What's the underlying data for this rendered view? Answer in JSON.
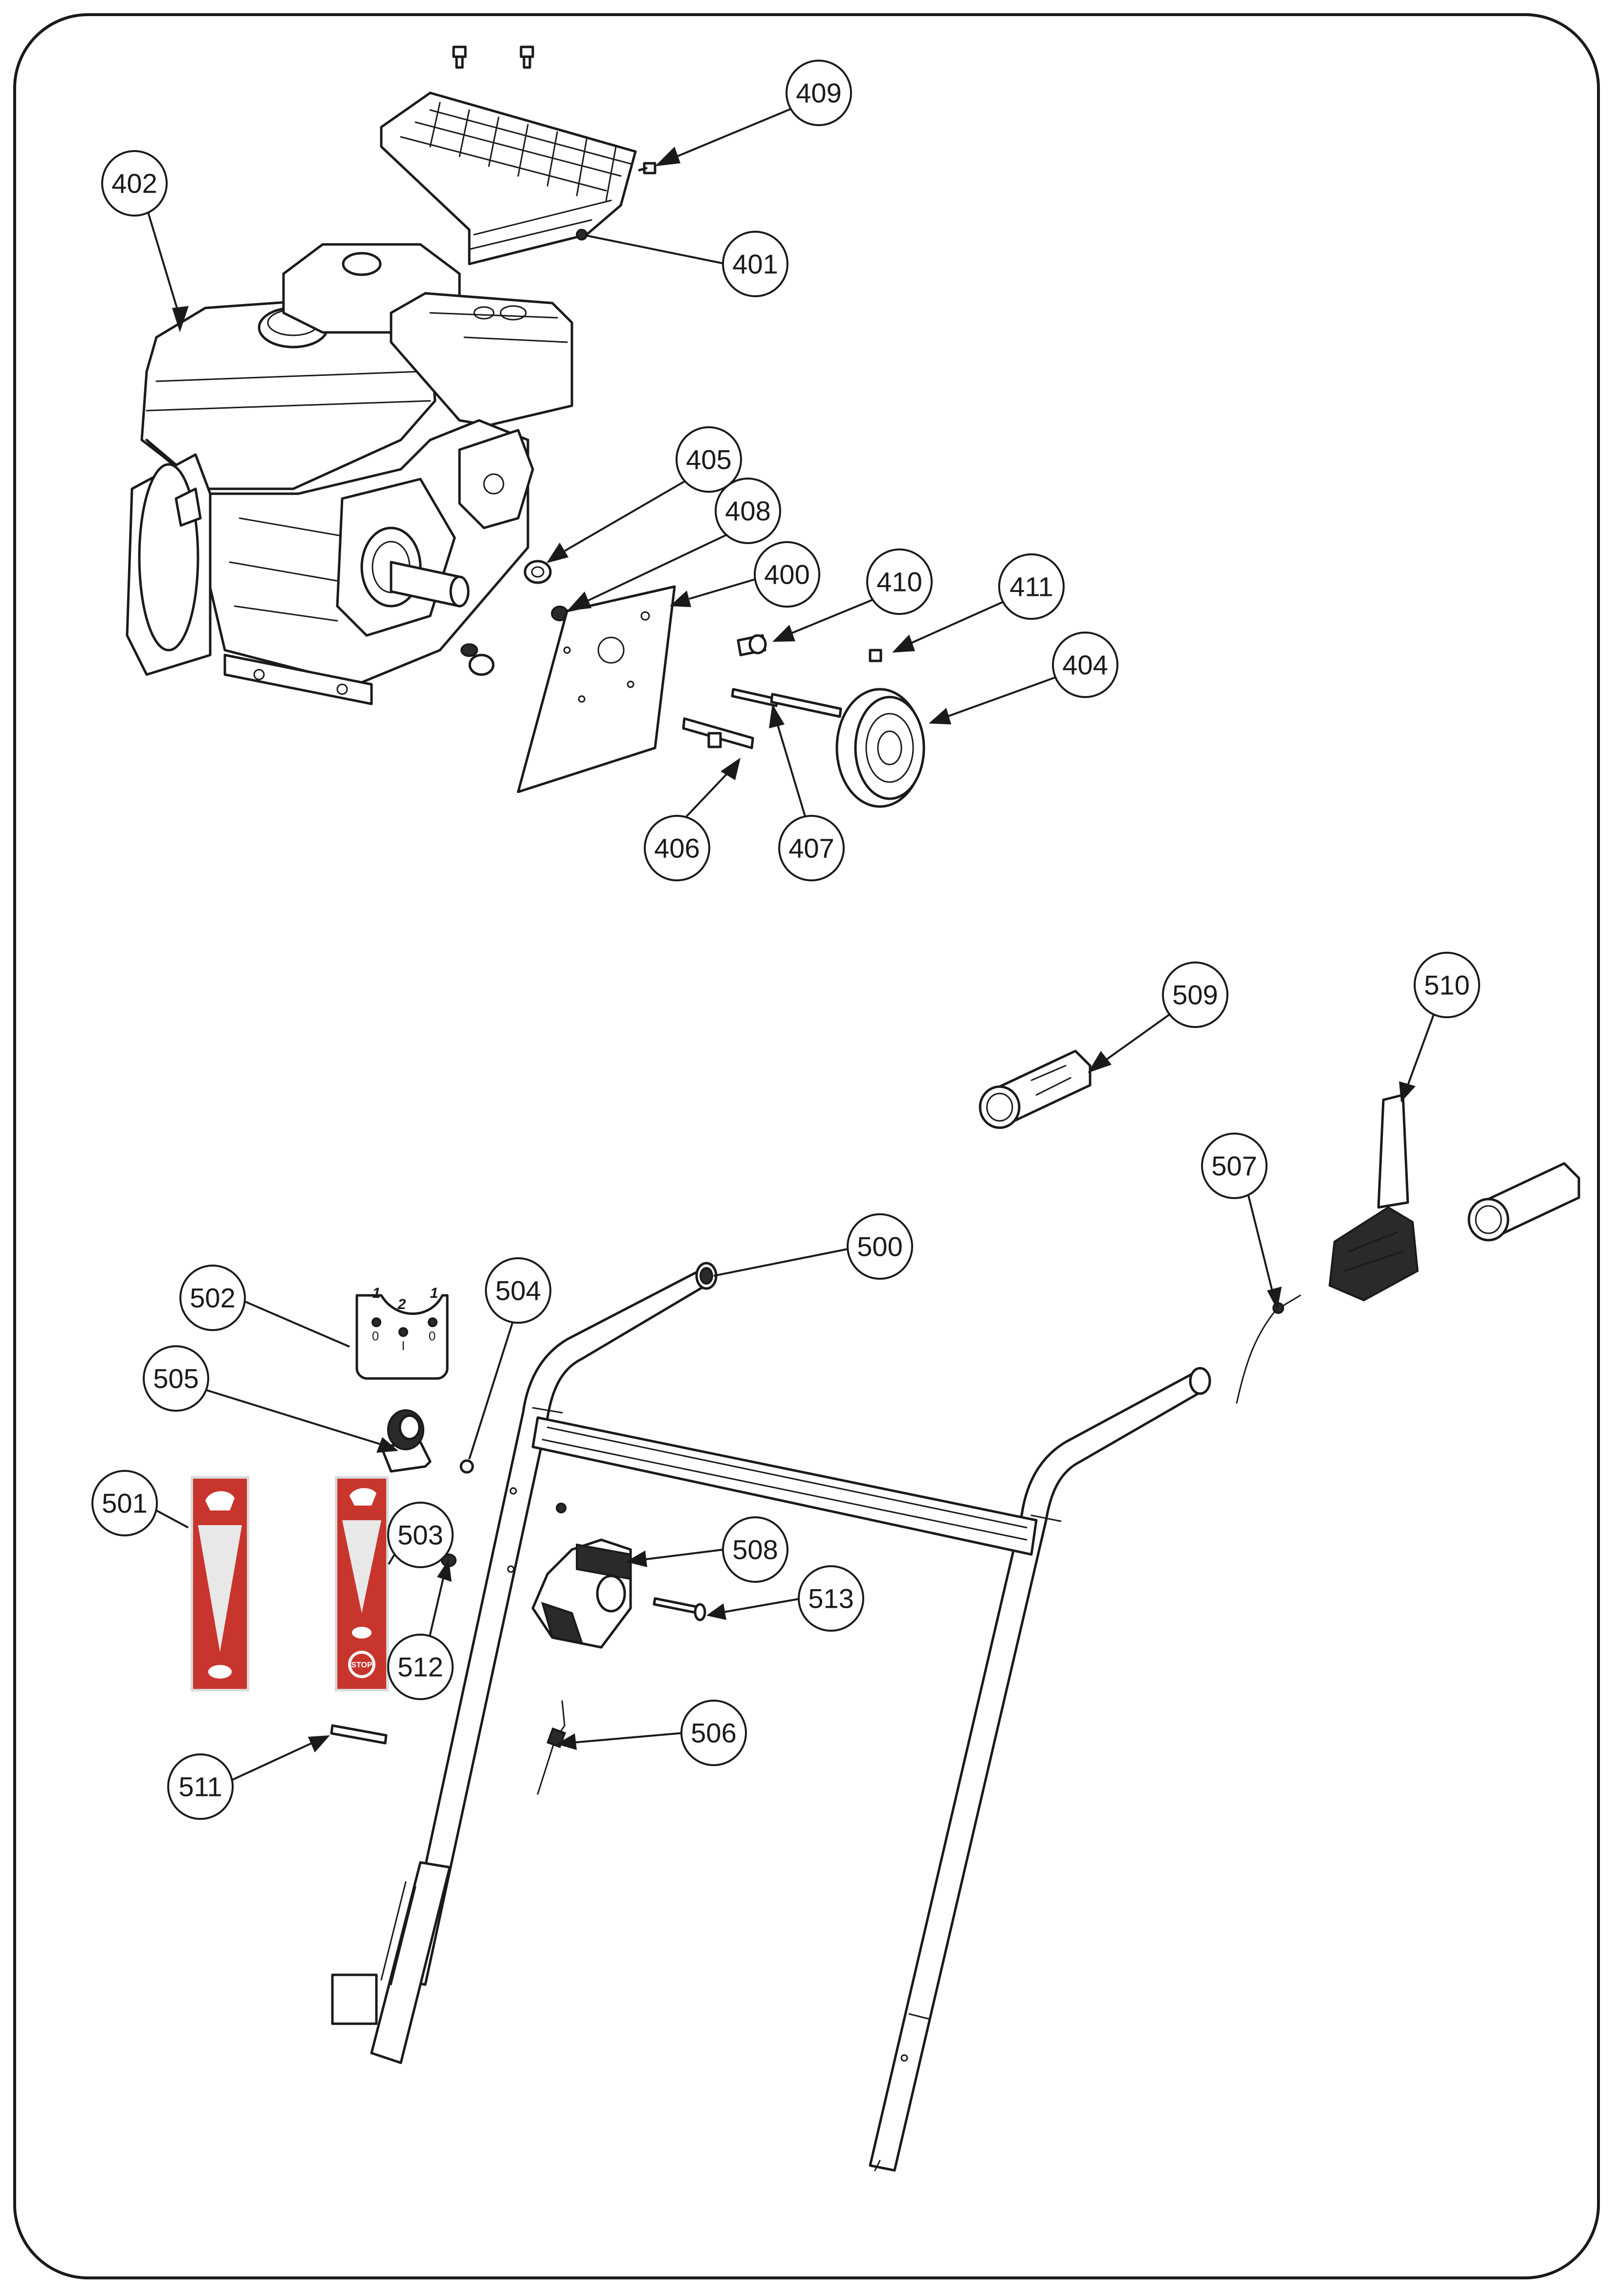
{
  "diagram": {
    "callouts": [
      {
        "id": "c400",
        "label": "400"
      },
      {
        "id": "c401",
        "label": "401"
      },
      {
        "id": "c402",
        "label": "402"
      },
      {
        "id": "c404",
        "label": "404"
      },
      {
        "id": "c405",
        "label": "405"
      },
      {
        "id": "c406",
        "label": "406"
      },
      {
        "id": "c407",
        "label": "407"
      },
      {
        "id": "c408",
        "label": "408"
      },
      {
        "id": "c409",
        "label": "409"
      },
      {
        "id": "c410",
        "label": "410"
      },
      {
        "id": "c411",
        "label": "411"
      },
      {
        "id": "c500",
        "label": "500"
      },
      {
        "id": "c501",
        "label": "501"
      },
      {
        "id": "c502",
        "label": "502"
      },
      {
        "id": "c503",
        "label": "503"
      },
      {
        "id": "c504",
        "label": "504"
      },
      {
        "id": "c505",
        "label": "505"
      },
      {
        "id": "c506",
        "label": "506"
      },
      {
        "id": "c507",
        "label": "507"
      },
      {
        "id": "c508",
        "label": "508"
      },
      {
        "id": "c509",
        "label": "509"
      },
      {
        "id": "c510",
        "label": "510"
      },
      {
        "id": "c511",
        "label": "511"
      },
      {
        "id": "c512",
        "label": "512"
      },
      {
        "id": "c513",
        "label": "513"
      }
    ],
    "plate_502": {
      "left": "1",
      "center": "2",
      "right": "1",
      "mark_left": "0",
      "mark_center": "I",
      "mark_right": "0"
    },
    "decal_503": {
      "stop_text": "STOP"
    },
    "colors": {
      "decal_red": "#c8352d",
      "line": "#1a1a1a",
      "frame": "#1a1a1a"
    }
  }
}
